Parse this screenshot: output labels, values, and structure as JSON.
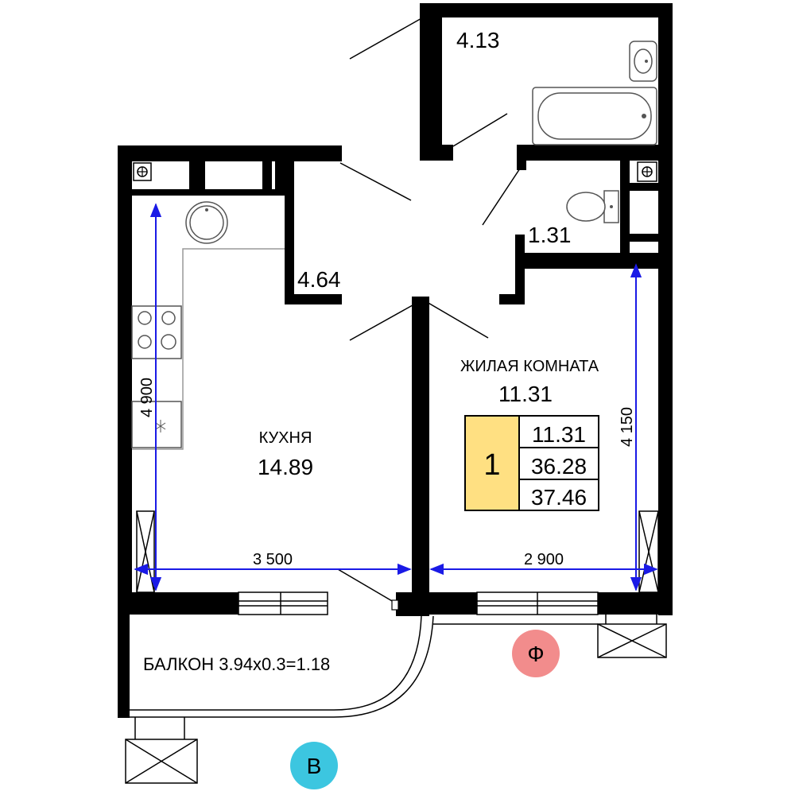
{
  "rooms": {
    "bathroom_area": "4.13",
    "wc_area": "1.31",
    "hall_area": "4.64",
    "kitchen_name": "КУХНЯ",
    "kitchen_area": "14.89",
    "living_name": "ЖИЛАЯ КОМНАТА",
    "living_area": "11.31",
    "balcony_label": "БАЛКОН 3.94х0.3=1.18"
  },
  "summary": {
    "room_count": "1",
    "living_area": "11.31",
    "total_area": "36.28",
    "total_with_balcony": "37.46"
  },
  "dimensions": {
    "kitchen_width": "3 500",
    "living_width": "2 900",
    "kitchen_depth": "4 900",
    "living_depth": "4 150"
  },
  "orientation": {
    "facade_marker": "Ф",
    "side_marker": "В"
  },
  "colors": {
    "summary_fill": "#FFE082",
    "facade_marker_fill": "#F28C8C",
    "side_marker_fill": "#3CC6E0",
    "dimension_line": "#1A1AE6"
  }
}
